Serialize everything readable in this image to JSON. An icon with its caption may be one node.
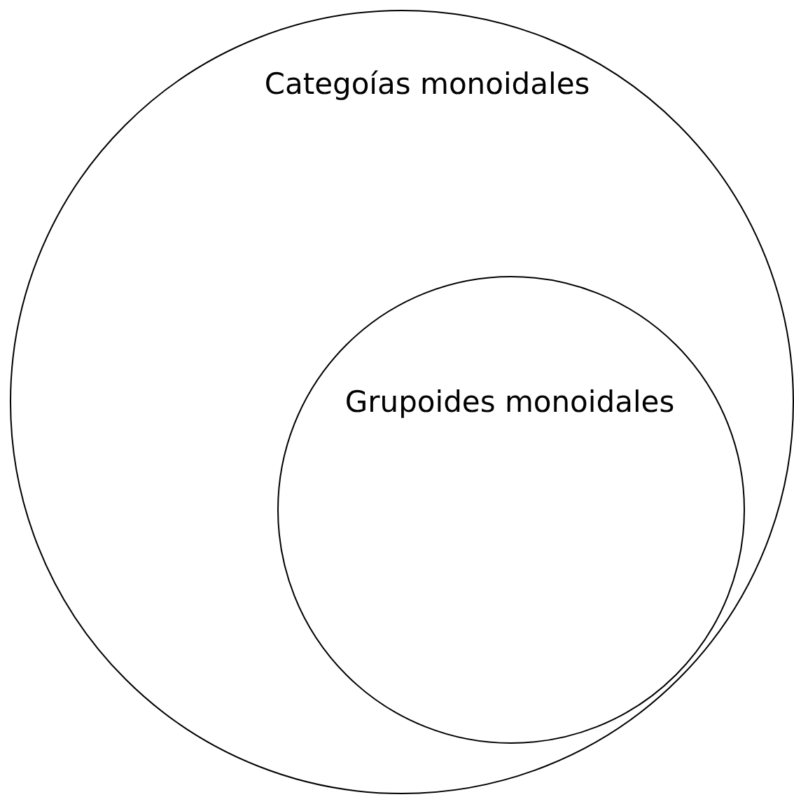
{
  "diagram": {
    "nodes": [
      {
        "text": [
          "Categoías monoidales"
        ]
      },
      {
        "text": [
          "Grupoides monoidales"
        ],
        "in": 0
      }
    ]
  }
}
